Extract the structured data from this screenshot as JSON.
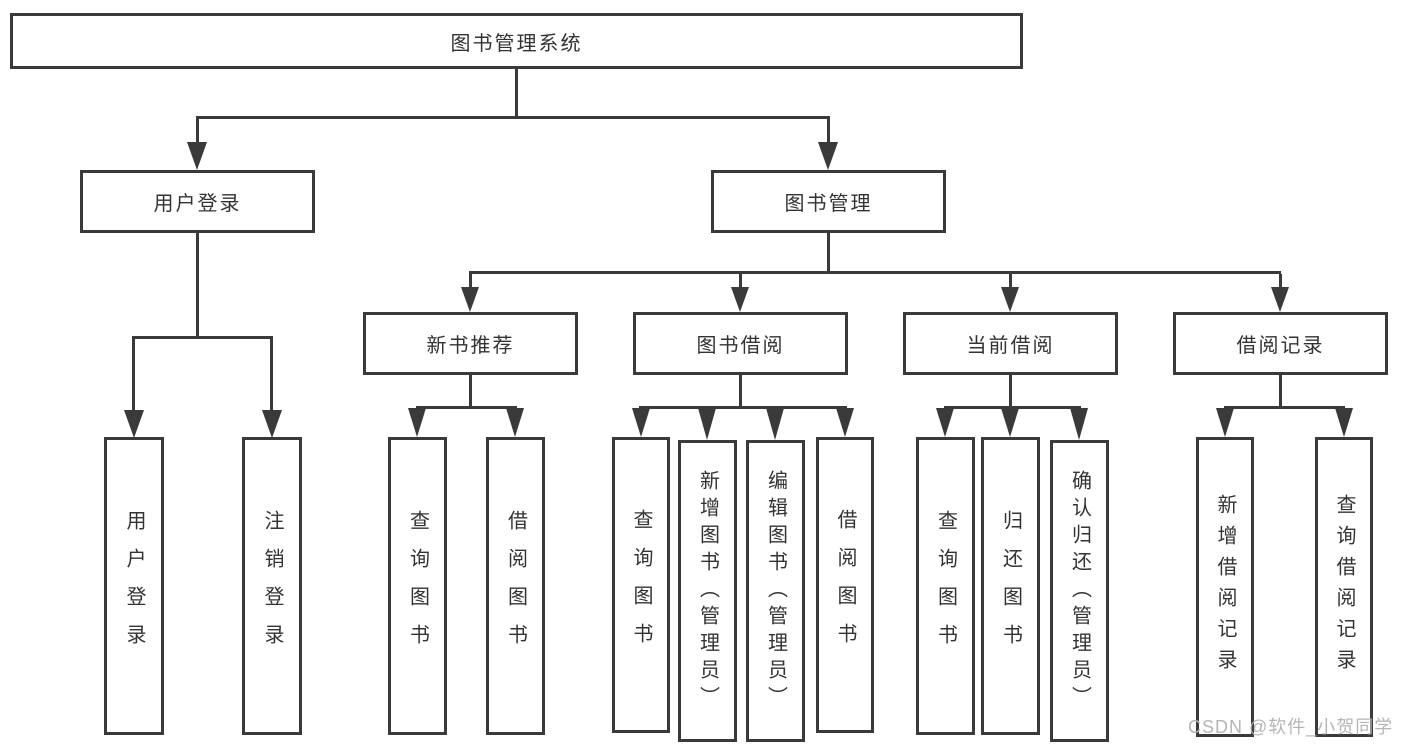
{
  "tree": {
    "root": {
      "label": "图书管理系统"
    },
    "branches": [
      {
        "label": "用户登录",
        "leaves": [
          {
            "label": "用户登录"
          },
          {
            "label": "注销登录"
          }
        ]
      },
      {
        "label": "图书管理",
        "groups": [
          {
            "label": "新书推荐",
            "leaves": [
              {
                "label": "查询图书"
              },
              {
                "label": "借阅图书"
              }
            ]
          },
          {
            "label": "图书借阅",
            "leaves": [
              {
                "label": "查询图书"
              },
              {
                "label": "新增图书（管理员）"
              },
              {
                "label": "编辑图书（管理员）"
              },
              {
                "label": "借阅图书"
              }
            ]
          },
          {
            "label": "当前借阅",
            "leaves": [
              {
                "label": "查询图书"
              },
              {
                "label": "归还图书"
              },
              {
                "label": "确认归还（管理员）"
              }
            ]
          },
          {
            "label": "借阅记录",
            "leaves": [
              {
                "label": "新增借阅记录"
              },
              {
                "label": "查询借阅记录"
              }
            ]
          }
        ]
      }
    ]
  },
  "watermark": {
    "text": "CSDN @软件_小贺同学"
  },
  "colors": {
    "line": "#3a3a3a",
    "text": "#333333",
    "watermark": "#b6b6ba",
    "bg": "#ffffff"
  }
}
